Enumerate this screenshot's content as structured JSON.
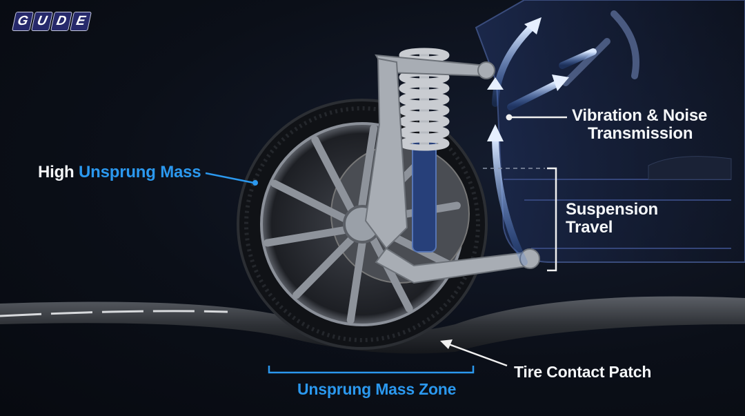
{
  "logo": {
    "text": "GUDE",
    "letters": [
      "G",
      "U",
      "D",
      "E"
    ]
  },
  "labels": {
    "high_unsprung_prefix": "High",
    "high_unsprung_highlight": "Unsprung Mass",
    "vibration_line1": "Vibration & Noise",
    "vibration_line2": "Transmission",
    "suspension_line1": "Suspension",
    "suspension_line2": "Travel",
    "tire_contact": "Tire Contact Patch",
    "unsprung_zone": "Unsprung Mass Zone"
  },
  "colors": {
    "accent_blue": "#2b98ee",
    "background": "#0a0d14",
    "text": "#f4f6f8",
    "logo_blue": "#26296b"
  }
}
